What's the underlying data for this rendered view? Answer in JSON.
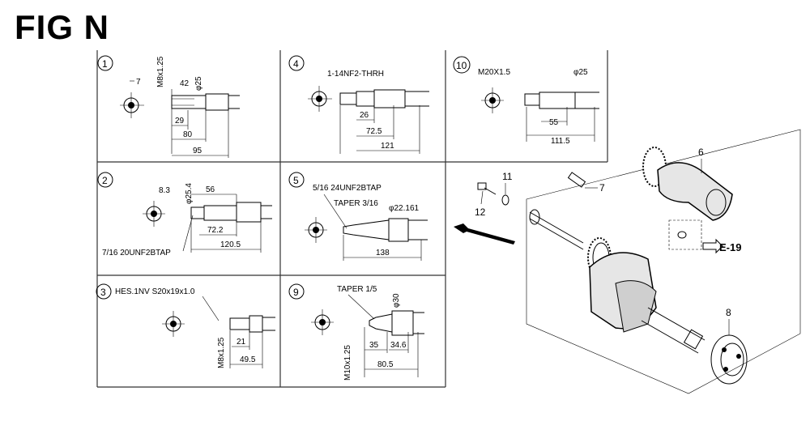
{
  "title": "FIG N",
  "panels": {
    "p1": {
      "num": "1",
      "d1": "7",
      "d2": "M8x1.25",
      "d3": "42",
      "d4": "φ25",
      "d5": "29",
      "d6": "80",
      "d7": "95"
    },
    "p2": {
      "num": "2",
      "d1": "8.3",
      "d2": "φ25.4",
      "d3": "56",
      "d4": "72.2",
      "d5": "120.5",
      "d6": "7/16 20UNF2BTAP"
    },
    "p3": {
      "num": "3",
      "d1": "HES.1NV S20x19x1.0",
      "d2": "M8x1.25",
      "d3": "21",
      "d4": "49.5"
    },
    "p4": {
      "num": "4",
      "d1": "1-14NF2-THRH",
      "d2": "26",
      "d3": "72.5",
      "d4": "121"
    },
    "p5": {
      "num": "5",
      "d1": "5/16 24UNF2BTAP",
      "d2": "TAPER 3/16",
      "d3": "φ22.161",
      "d4": "138"
    },
    "p9": {
      "num": "9",
      "d1": "TAPER 1/5",
      "d2": "φ30",
      "d3": "M10x1.25",
      "d4": "35",
      "d5": "34.6",
      "d6": "80.5"
    },
    "p10": {
      "num": "10",
      "d1": "M20X1.5",
      "d2": "φ25",
      "d3": "55",
      "d4": "111.5"
    }
  },
  "callouts": {
    "c6": "6",
    "c7": "7",
    "c8": "8",
    "c11": "11",
    "c12": "12",
    "ref": "E-19"
  }
}
